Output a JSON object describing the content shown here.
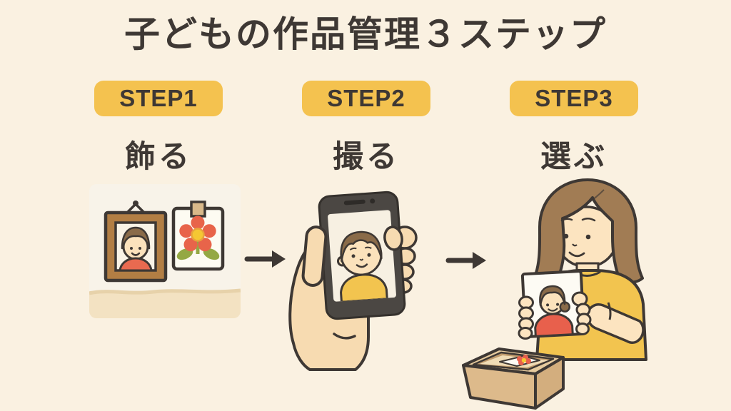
{
  "title": "子どもの作品管理３ステップ",
  "steps": [
    {
      "badge": "STEP1",
      "label": "飾る"
    },
    {
      "badge": "STEP2",
      "label": "撮る"
    },
    {
      "badge": "STEP3",
      "label": "選ぶ"
    }
  ],
  "illustrations": [
    {
      "name": "wall-art-illustration",
      "description": "framed child portrait and flower drawing pinned on wall"
    },
    {
      "name": "phone-photo-illustration",
      "description": "hand holding smartphone showing child photo"
    },
    {
      "name": "select-store-illustration",
      "description": "mother holding child photo above open cardboard box"
    }
  ],
  "colors": {
    "background": "#FAF1E1",
    "badge_yellow": "#F4C24F",
    "text_dark": "#3E3834",
    "accent_red": "#E8604C",
    "flower_center_yellow": "#F5C733",
    "leaf_green": "#94A844",
    "frame_brown": "#B27E44",
    "hair_brown": "#A17C54",
    "skin": "#FBE2BC",
    "phone_body": "#4B4743",
    "cardboard": "#DDBA8B",
    "panel_cream": "#F8F3E9",
    "panel_band": "#F3E2C2"
  }
}
